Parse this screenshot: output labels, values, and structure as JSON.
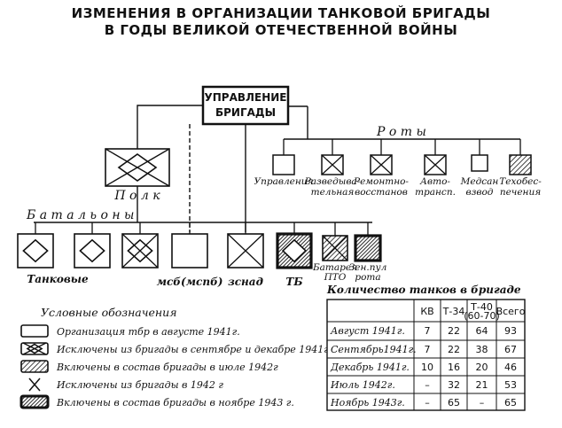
{
  "title": {
    "line1": "ИЗМЕНЕНИЯ В ОРГАНИЗАЦИИ ТАНКОВОЙ БРИГАДЫ",
    "line2": "В ГОДЫ ВЕЛИКОЙ ОТЕЧЕСТВЕННОЙ ВОЙНЫ"
  },
  "hq": {
    "line1": "УПРАВЛЕНИЕ",
    "line2": "БРИГАДЫ"
  },
  "regiment_label": "П о л к",
  "companies_label": "Р о т ы",
  "battalions_label": "Б а т а л ь о н ы",
  "companies": [
    {
      "lines": [
        "Управления"
      ],
      "type": "plain"
    },
    {
      "lines": [
        "Разведыва-",
        "тельная"
      ],
      "type": "x"
    },
    {
      "lines": [
        "Ремонтно-",
        "восстанов"
      ],
      "type": "x"
    },
    {
      "lines": [
        "Авто-",
        "трансп."
      ],
      "type": "x"
    },
    {
      "lines": [
        "Медсан",
        "взвод"
      ],
      "type": "plain"
    },
    {
      "lines": [
        "Техобес-",
        "печения"
      ],
      "type": "hatched"
    }
  ],
  "battalions_group_label": "Танковые",
  "battalions": [
    {
      "label": "",
      "type": "tank"
    },
    {
      "label": "",
      "type": "tank"
    },
    {
      "label": "",
      "type": "tank-x"
    },
    {
      "label": "мсб(мспб)",
      "type": "plain"
    },
    {
      "label": "зснад",
      "type": "plain-x"
    },
    {
      "label": "ТБ",
      "type": "tank-heavy"
    },
    {
      "lines": [
        "Батарея",
        "ПТО"
      ],
      "type": "hatched-x"
    },
    {
      "lines": [
        "Зен.пул",
        "рота"
      ],
      "type": "heavy"
    }
  ],
  "legend": {
    "title": "Условные  обозначения",
    "items": [
      {
        "type": "plain",
        "text": "Организация тбр в августе 1941г."
      },
      {
        "type": "x",
        "text": "Исключены из бригады в сентябре и декабре 1941г."
      },
      {
        "type": "hatched",
        "text": "Включены в состав бригады в июле 1942г"
      },
      {
        "type": "cross",
        "text": "Исключены из бригады в 1942 г"
      },
      {
        "type": "heavy",
        "text": "Включены в состав бригады в ноябре 1943 г."
      }
    ]
  },
  "table": {
    "title": "Количество танков в бригаде",
    "headers": [
      "",
      "КВ",
      "Т-34",
      "Т-40",
      "Всего"
    ],
    "header_sub": "(60-70)",
    "rows": [
      [
        "Август  1941г.",
        "7",
        "22",
        "64",
        "93"
      ],
      [
        "Сентябрь1941г.",
        "7",
        "22",
        "38",
        "67"
      ],
      [
        "Декабрь  1941г.",
        "10",
        "16",
        "20",
        "46"
      ],
      [
        "Июль   1942г.",
        "–",
        "32",
        "21",
        "53"
      ],
      [
        "Ноябрь  1943г.",
        "–",
        "65",
        "–",
        "65"
      ]
    ]
  }
}
